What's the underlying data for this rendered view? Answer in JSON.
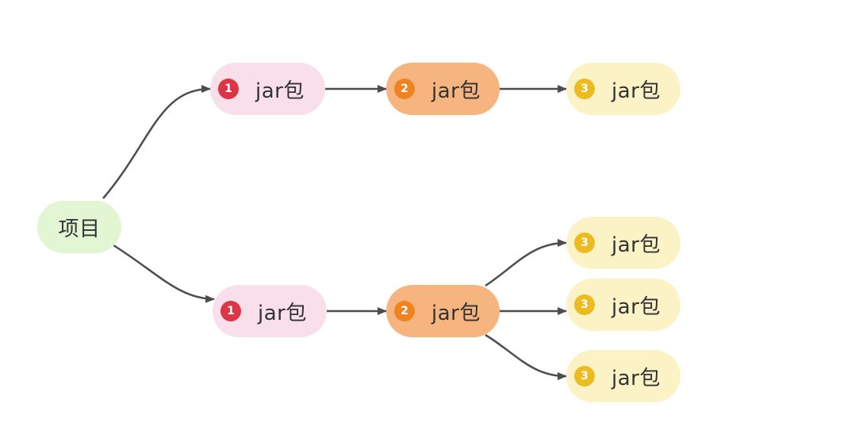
{
  "colors": {
    "root_fill": "#e2f6d3",
    "level1_fill": "#f8dfea",
    "level2_fill": "#f6b57e",
    "level3_fill": "#fbf3c6",
    "badge1": "#dc3545",
    "badge2": "#ee8421",
    "badge3": "#ebbb1f",
    "connector": "#4d4d4d"
  },
  "root": {
    "label": "项目"
  },
  "nodes": [
    {
      "label": "jar包",
      "badge": "1",
      "level": 1
    },
    {
      "label": "jar包",
      "badge": "2",
      "level": 2
    },
    {
      "label": "jar包",
      "badge": "3",
      "level": 3
    },
    {
      "label": "jar包",
      "badge": "1",
      "level": 1
    },
    {
      "label": "jar包",
      "badge": "2",
      "level": 2
    },
    {
      "label": "jar包",
      "badge": "3",
      "level": 3
    },
    {
      "label": "jar包",
      "badge": "3",
      "level": 3
    },
    {
      "label": "jar包",
      "badge": "3",
      "level": 3
    }
  ],
  "edges": [
    {
      "from": "root",
      "to": "n1a"
    },
    {
      "from": "n1a",
      "to": "n2a"
    },
    {
      "from": "n2a",
      "to": "n3a"
    },
    {
      "from": "root",
      "to": "n1b"
    },
    {
      "from": "n1b",
      "to": "n2b"
    },
    {
      "from": "n2b",
      "to": "n3b1"
    },
    {
      "from": "n2b",
      "to": "n3b2"
    },
    {
      "from": "n2b",
      "to": "n3b3"
    }
  ]
}
